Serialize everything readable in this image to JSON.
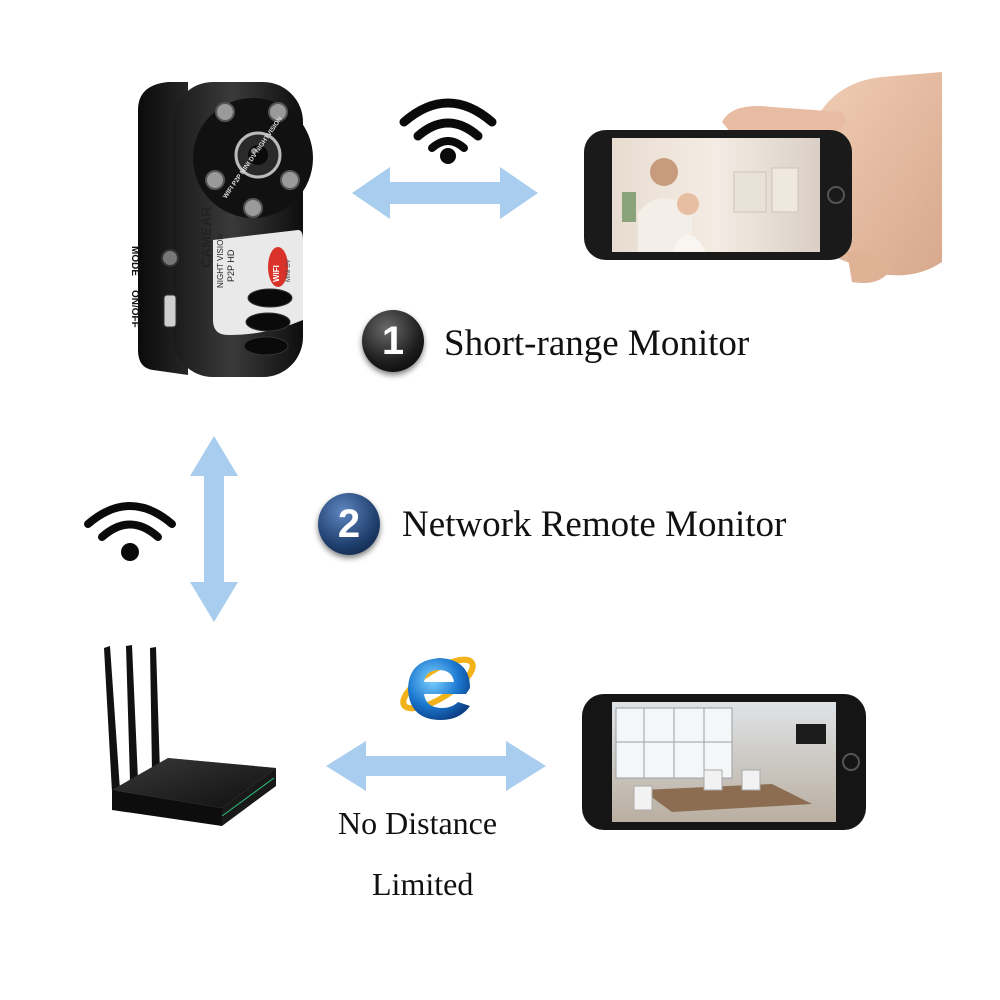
{
  "colors": {
    "arrow": "#a8cdee",
    "badge1": "#1c1c1c",
    "badge2": "#1f3f6e",
    "text": "#111111"
  },
  "camera": {
    "brand_label": "CAMEAR",
    "sub_label_1": "NIGHT VISION",
    "sub_label_2": "P2P HD",
    "wifi_label": "WIFI",
    "mini_dv_label": "MINI DV",
    "ring_text": "WIFI P2P MINI DV NIGHTVISION",
    "mode_label": "MODE",
    "onoff_label": "ON/OFF"
  },
  "step1": {
    "number": "1",
    "label": "Short-range Monitor"
  },
  "step2": {
    "number": "2",
    "label": "Network Remote Monitor"
  },
  "no_distance": {
    "line1": "No Distance",
    "line2": "Limited"
  },
  "icons": {
    "wifi_top": "wifi-icon",
    "wifi_left": "wifi-icon",
    "browser": "internet-explorer-icon"
  }
}
